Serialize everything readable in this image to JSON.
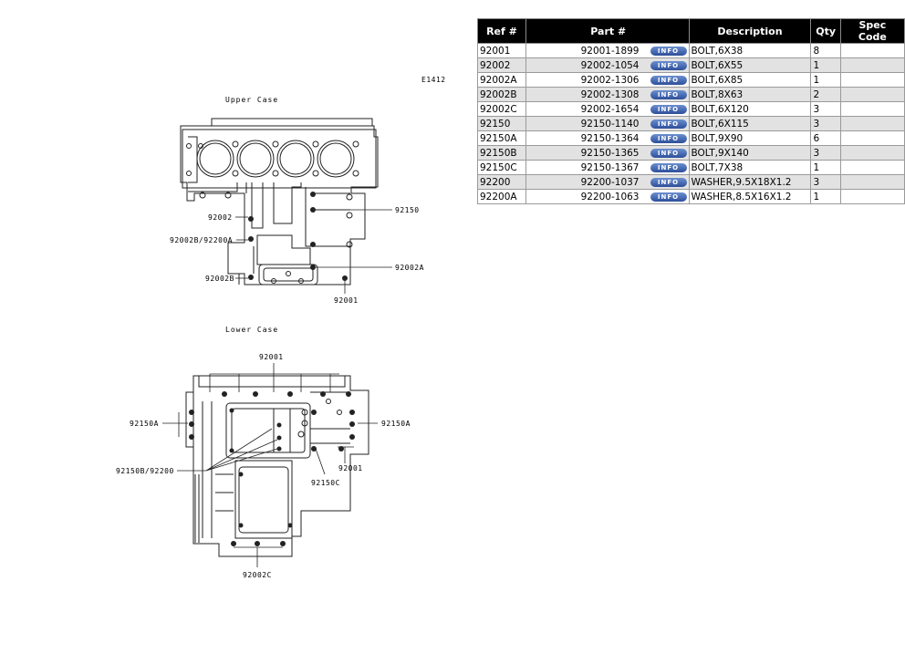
{
  "diagram": {
    "code": "E1412",
    "upper_title": "Upper Case",
    "lower_title": "Lower Case",
    "callouts": {
      "u_92002": "92002",
      "u_92002B_92200A": "92002B/92200A",
      "u_92002B": "92002B",
      "u_92150": "92150",
      "u_92002A": "92002A",
      "u_92001": "92001",
      "l_92001_top": "92001",
      "l_92150A_left": "92150A",
      "l_92150A_right": "92150A",
      "l_92150B_92200": "92150B/92200",
      "l_92001_right": "92001",
      "l_92150C": "92150C",
      "l_92002C": "92002C"
    }
  },
  "table": {
    "headers": [
      "Ref #",
      "Part #",
      "Description",
      "Qty",
      "Spec Code"
    ],
    "info_label": "INFO",
    "rows": [
      {
        "ref": "92001",
        "part": "92001-1899",
        "desc": "BOLT,6X38",
        "qty": "8",
        "spec": ""
      },
      {
        "ref": "92002",
        "part": "92002-1054",
        "desc": "BOLT,6X55",
        "qty": "1",
        "spec": ""
      },
      {
        "ref": "92002A",
        "part": "92002-1306",
        "desc": "BOLT,6X85",
        "qty": "1",
        "spec": ""
      },
      {
        "ref": "92002B",
        "part": "92002-1308",
        "desc": "BOLT,8X63",
        "qty": "2",
        "spec": ""
      },
      {
        "ref": "92002C",
        "part": "92002-1654",
        "desc": "BOLT,6X120",
        "qty": "3",
        "spec": ""
      },
      {
        "ref": "92150",
        "part": "92150-1140",
        "desc": "BOLT,6X115",
        "qty": "3",
        "spec": ""
      },
      {
        "ref": "92150A",
        "part": "92150-1364",
        "desc": "BOLT,9X90",
        "qty": "6",
        "spec": ""
      },
      {
        "ref": "92150B",
        "part": "92150-1365",
        "desc": "BOLT,9X140",
        "qty": "3",
        "spec": ""
      },
      {
        "ref": "92150C",
        "part": "92150-1367",
        "desc": "BOLT,7X38",
        "qty": "1",
        "spec": ""
      },
      {
        "ref": "92200",
        "part": "92200-1037",
        "desc": "WASHER,9.5X18X1.2",
        "qty": "3",
        "spec": ""
      },
      {
        "ref": "92200A",
        "part": "92200-1063",
        "desc": "WASHER,8.5X16X1.2",
        "qty": "1",
        "spec": ""
      }
    ]
  }
}
